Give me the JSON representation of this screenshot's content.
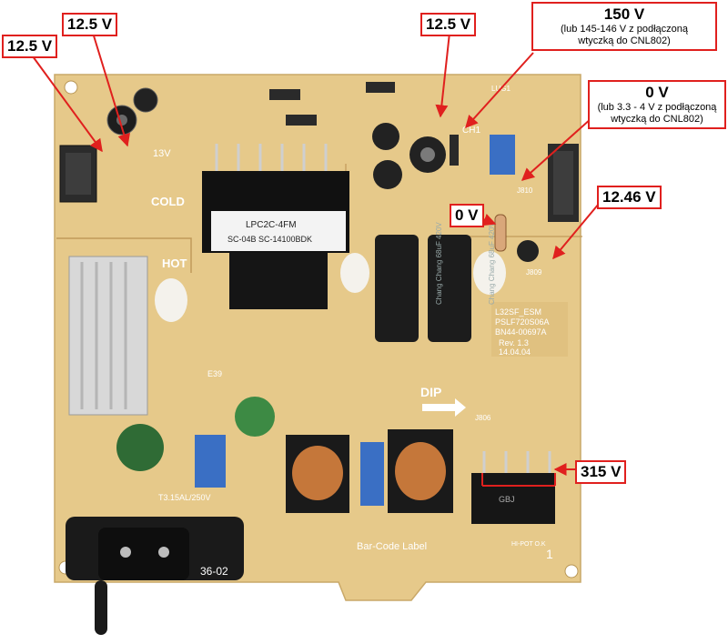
{
  "board": {
    "silk_13v": "13V",
    "silk_cold": "COLD",
    "silk_hot": "HOT",
    "silk_dip": "DIP",
    "silk_ch1": "CH1",
    "silk_e39": "E39",
    "transformer_label_1": "LPC2C-4FM",
    "transformer_label_2": "SC-04B SC-14100BDK",
    "cap1_text": "Chang Chang 68uF 420V",
    "cap2_text": "Chang Chang 68uF 420V",
    "board_id_1": "L32SF_ESM",
    "board_id_2": "PSLF720S06A",
    "board_id_3": "BN44-00697A",
    "rev": "Rev. 1.3",
    "date": "14.04.04",
    "barcode_area": "Bar-Code Label",
    "ic_label": "GBJ",
    "hipot": "HI-POT O.K",
    "circle_one": "1",
    "fuse_text": "T3.15AL/250V",
    "bottom_code": "36-02",
    "lug1": "LUG1",
    "j809": "J809",
    "j810": "J810",
    "j806": "J806",
    "colors": {
      "pcb": "#e6c98a",
      "pcb_dark": "#d7b472",
      "callout_border": "#e0201e",
      "arrow": "#e0201e"
    }
  },
  "callouts": {
    "c1": {
      "value": "12.5 V"
    },
    "c2": {
      "value": "12.5 V"
    },
    "c3": {
      "value": "12.5 V"
    },
    "c4": {
      "value": "150 V",
      "note1": "(lub 145-146 V z podłączoną",
      "note2": "wtyczką do CNL802)"
    },
    "c5": {
      "value": "0 V",
      "note1": "(lub 3.3 - 4 V z podłączoną",
      "note2": "wtyczką do CNL802)"
    },
    "c6": {
      "value": "12.46 V"
    },
    "c7": {
      "value": "0 V"
    },
    "c8": {
      "value": "315 V"
    }
  }
}
